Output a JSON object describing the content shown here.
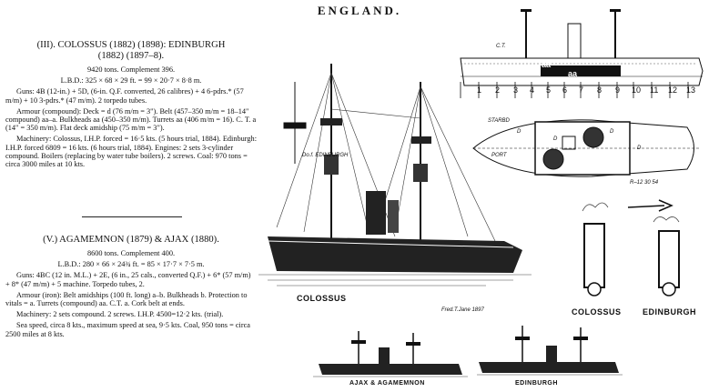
{
  "page": {
    "header": "ENGLAND."
  },
  "colossus": {
    "heading1": "(III). COLOSSUS (1882) (1898): EDINBURGH",
    "heading2": "(1882) (1897–8).",
    "tonnage": "9420 tons. Complement 396.",
    "dimensions": "L.B.D.: 325 × 68 × 29 ft. = 99 × 20·7 × 8·8 m.",
    "guns": "Guns: 4B (12-in.) + 5D, (6-in. Q.F. converted, 26 calibres) + 4 6-pdrs.* (57 m/m) + 10 3-pdrs.* (47 m/m). 2 torpedo tubes.",
    "armour": "Armour (compound): Deck = d (76 m/m = 3\"). Belt (457–350 m/m = 18–14\" compound) aa–a. Bulkheads aa (450–350 m/m). Turrets aa (406 m/m = 16). C. T. a (14\" = 350 m/m). Flat deck amidship (75 m/m = 3\").",
    "machinery": "Machinery: Colossus, I.H.P. forced = 16·5 kts. (5 hours trial, 1884). Edinburgh: I.H.P. forced 6809 = 16 kts. (6 hours trial, 1884). Engines: 2 sets 3-cylinder compound. Boilers (replacing by water tube boilers). 2 screws. Coal: 970 tons = circa 3000 miles at 10 kts."
  },
  "agamemnon": {
    "heading": "(V.) AGAMEMNON (1879) & AJAX (1880).",
    "tonnage": "8600 tons. Complement 400.",
    "dimensions": "L.B.D.: 280 × 66 × 24¾ ft. = 85 × 17·7 × 7·5 m.",
    "guns": "Guns: 4BC (12 in. M.L.) + 2E, (6 in., 25 cals., converted Q.F.) + 6* (57 m/m) + 8* (47 m/m) + 5 machine. Torpedo tubes, 2.",
    "armour": "Armour (iron): Belt amidships (100 ft. long) a–b. Bulkheads b. Protection to vitals = a. Turrets (compound) aa. C.T. a. Cork belt at ends.",
    "machinery": "Machinery: 2 sets compound. 2 screws. I.H.P. 4500=12·2 kts. (trial).",
    "speed": "Sea speed, circa 8 kts., maximum speed at sea, 9·5 kts. Coal, 950 tons = circa 2500 miles at 8 kts."
  },
  "figures": {
    "colossus_caption": "COLOSSUS",
    "artist_note": "Fred.T.Jane 1897",
    "edinburgh_small": "Do.f. EDINBURGH",
    "plan_labels": [
      "1",
      "2",
      "3",
      "4",
      "5",
      "6",
      "7",
      "8",
      "9",
      "10",
      "11",
      "12",
      "13"
    ],
    "profile_letters": {
      "aa_top": "aa",
      "aa_mid": "aa",
      "c_t": "C.T."
    },
    "deck_labels": {
      "stbd": "STARBD",
      "port": "PORT",
      "d1": "D",
      "d2": "D",
      "d3": "D",
      "d4": "D"
    },
    "scale_note": "R–12     30 54",
    "funnel_left": "COLOSSUS",
    "funnel_right": "EDINBURGH",
    "ajax_caption": "AJAX & AGAMEMNON",
    "edinburgh_caption": "EDINBURGH"
  }
}
